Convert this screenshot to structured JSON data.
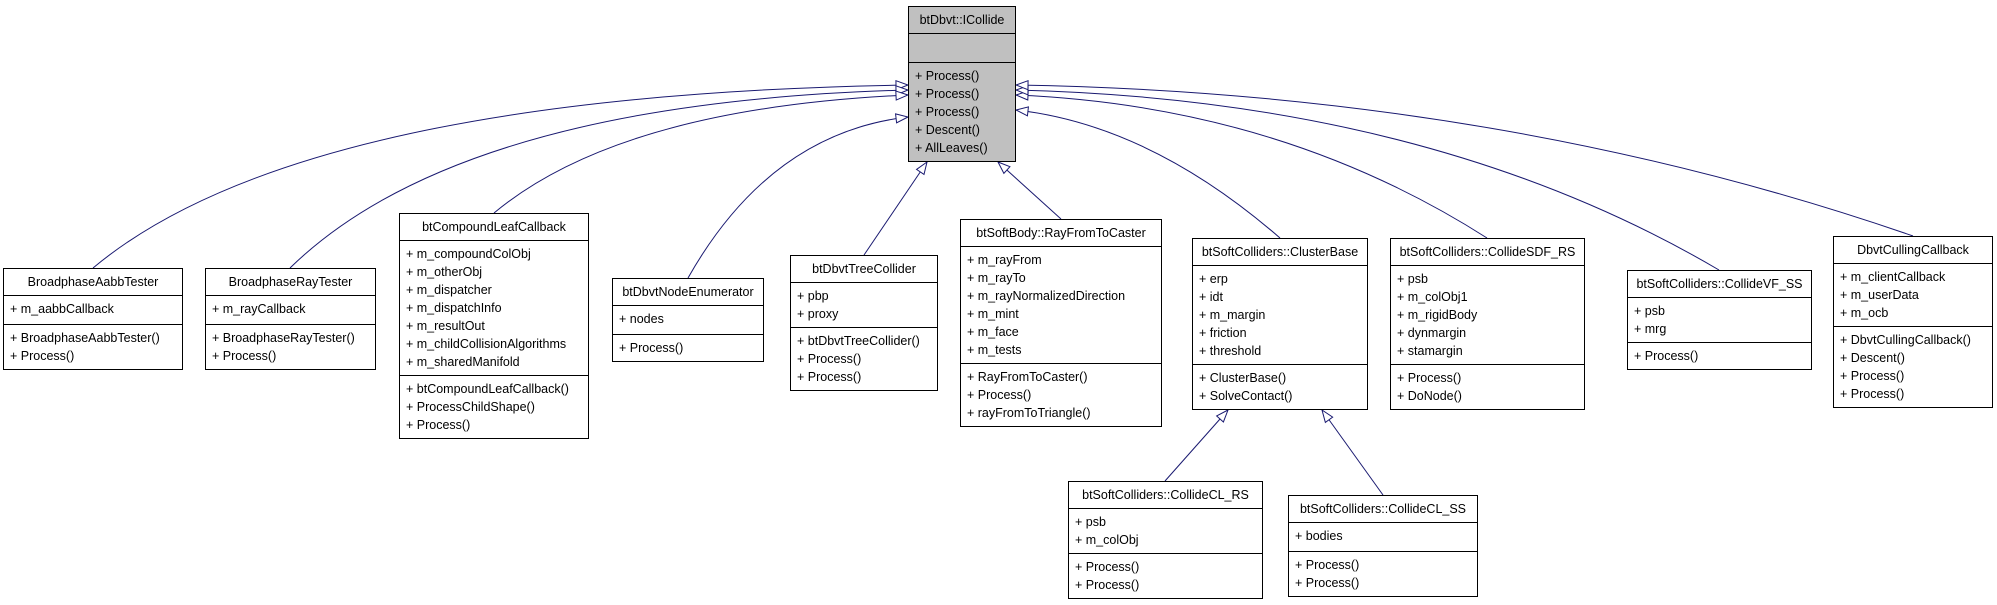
{
  "colors": {
    "edge": "#191970",
    "base_class_fill": "#c0c0c0",
    "class_fill": "#ffffff",
    "border": "#000000",
    "text": "#000000"
  },
  "classes": [
    {
      "name": "btDbvt::ICollide",
      "attributes": [],
      "methods": [
        "+ Process()",
        "+ Process()",
        "+ Process()",
        "+ Descent()",
        "+ AllLeaves()"
      ]
    },
    {
      "name": "BroadphaseAabbTester",
      "attributes": [
        "+ m_aabbCallback"
      ],
      "methods": [
        "+ BroadphaseAabbTester()",
        "+ Process()"
      ]
    },
    {
      "name": "BroadphaseRayTester",
      "attributes": [
        "+ m_rayCallback"
      ],
      "methods": [
        "+ BroadphaseRayTester()",
        "+ Process()"
      ]
    },
    {
      "name": "btCompoundLeafCallback",
      "attributes": [
        "+ m_compoundColObj",
        "+ m_otherObj",
        "+ m_dispatcher",
        "+ m_dispatchInfo",
        "+ m_resultOut",
        "+ m_childCollisionAlgorithms",
        "+ m_sharedManifold"
      ],
      "methods": [
        "+ btCompoundLeafCallback()",
        "+ ProcessChildShape()",
        "+ Process()"
      ]
    },
    {
      "name": "btDbvtNodeEnumerator",
      "attributes": [
        "+ nodes"
      ],
      "methods": [
        "+ Process()"
      ]
    },
    {
      "name": "btDbvtTreeCollider",
      "attributes": [
        "+ pbp",
        "+ proxy"
      ],
      "methods": [
        "+ btDbvtTreeCollider()",
        "+ Process()",
        "+ Process()"
      ]
    },
    {
      "name": "btSoftBody::RayFromToCaster",
      "attributes": [
        "+ m_rayFrom",
        "+ m_rayTo",
        "+ m_rayNormalizedDirection",
        "+ m_mint",
        "+ m_face",
        "+ m_tests"
      ],
      "methods": [
        "+ RayFromToCaster()",
        "+ Process()",
        "+ rayFromToTriangle()"
      ]
    },
    {
      "name": "btSoftColliders::ClusterBase",
      "attributes": [
        "+ erp",
        "+ idt",
        "+ m_margin",
        "+ friction",
        "+ threshold"
      ],
      "methods": [
        "+ ClusterBase()",
        "+ SolveContact()"
      ]
    },
    {
      "name": "btSoftColliders::CollideSDF_RS",
      "attributes": [
        "+ psb",
        "+ m_colObj1",
        "+ m_rigidBody",
        "+ dynmargin",
        "+ stamargin"
      ],
      "methods": [
        "+ Process()",
        "+ DoNode()"
      ]
    },
    {
      "name": "btSoftColliders::CollideVF_SS",
      "attributes": [
        "+ psb",
        "+ mrg"
      ],
      "methods": [
        "+ Process()"
      ]
    },
    {
      "name": "DbvtCullingCallback",
      "attributes": [
        "+ m_clientCallback",
        "+ m_userData",
        "+ m_ocb"
      ],
      "methods": [
        "+ DbvtCullingCallback()",
        "+ Descent()",
        "+ Process()",
        "+ Process()"
      ]
    },
    {
      "name": "btSoftColliders::CollideCL_RS",
      "attributes": [
        "+ psb",
        "+ m_colObj"
      ],
      "methods": [
        "+ Process()",
        "+ Process()"
      ]
    },
    {
      "name": "btSoftColliders::CollideCL_SS",
      "attributes": [
        "+ bodies"
      ],
      "methods": [
        "+ Process()",
        "+ Process()"
      ]
    }
  ],
  "relations": [
    {
      "from": "BroadphaseAabbTester",
      "to": "btDbvt::ICollide",
      "type": "inheritance"
    },
    {
      "from": "BroadphaseRayTester",
      "to": "btDbvt::ICollide",
      "type": "inheritance"
    },
    {
      "from": "btCompoundLeafCallback",
      "to": "btDbvt::ICollide",
      "type": "inheritance"
    },
    {
      "from": "btDbvtNodeEnumerator",
      "to": "btDbvt::ICollide",
      "type": "inheritance"
    },
    {
      "from": "btDbvtTreeCollider",
      "to": "btDbvt::ICollide",
      "type": "inheritance"
    },
    {
      "from": "btSoftBody::RayFromToCaster",
      "to": "btDbvt::ICollide",
      "type": "inheritance"
    },
    {
      "from": "btSoftColliders::ClusterBase",
      "to": "btDbvt::ICollide",
      "type": "inheritance"
    },
    {
      "from": "btSoftColliders::CollideSDF_RS",
      "to": "btDbvt::ICollide",
      "type": "inheritance"
    },
    {
      "from": "btSoftColliders::CollideVF_SS",
      "to": "btDbvt::ICollide",
      "type": "inheritance"
    },
    {
      "from": "DbvtCullingCallback",
      "to": "btDbvt::ICollide",
      "type": "inheritance"
    },
    {
      "from": "btSoftColliders::CollideCL_RS",
      "to": "btSoftColliders::ClusterBase",
      "type": "inheritance"
    },
    {
      "from": "btSoftColliders::CollideCL_SS",
      "to": "btSoftColliders::ClusterBase",
      "type": "inheritance"
    }
  ]
}
